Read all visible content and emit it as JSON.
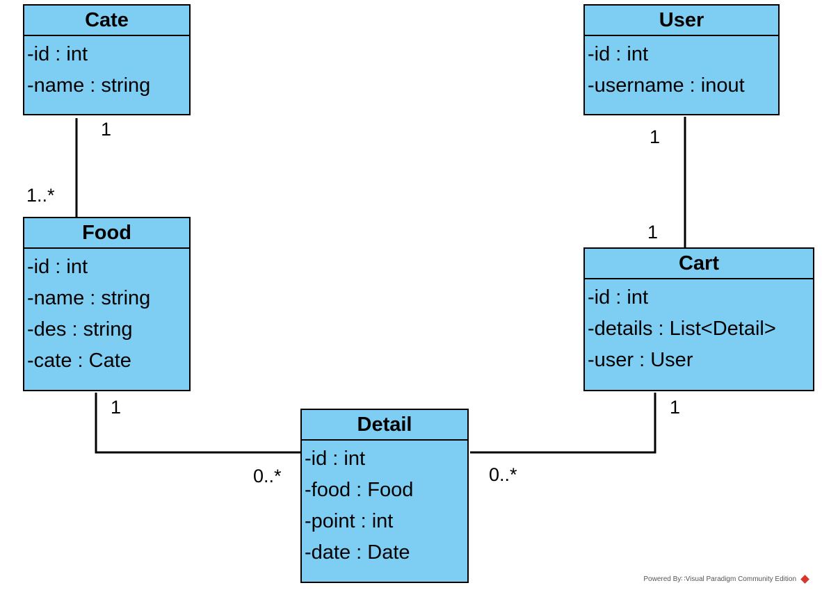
{
  "classes": {
    "cate": {
      "name": "Cate",
      "attributes": [
        "-id : int",
        "-name : string"
      ]
    },
    "user": {
      "name": "User",
      "attributes": [
        "-id : int",
        "-username : inout"
      ]
    },
    "food": {
      "name": "Food",
      "attributes": [
        "-id : int",
        "-name : string",
        "-des : string",
        "-cate : Cate"
      ]
    },
    "cart": {
      "name": "Cart",
      "attributes": [
        "-id : int",
        "-details : List<Detail>",
        "-user : User"
      ]
    },
    "detail": {
      "name": "Detail",
      "attributes": [
        "-id : int",
        "-food : Food",
        "-point : int",
        "-date : Date"
      ]
    }
  },
  "associations": {
    "cate_food": {
      "cate_end": "1",
      "food_end": "1..*"
    },
    "user_cart": {
      "user_end": "1",
      "cart_end": "1"
    },
    "food_detail": {
      "food_end": "1",
      "detail_end": "0..*"
    },
    "cart_detail": {
      "cart_end": "1",
      "detail_end": "0..*"
    }
  },
  "footer": {
    "text": "Powered By∷Visual Paradigm Community Edition"
  }
}
